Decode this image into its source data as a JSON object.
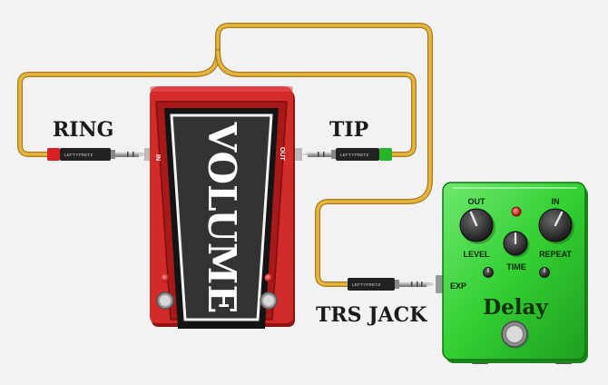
{
  "labels": {
    "ring": "RING",
    "tip": "TIP",
    "trs_jack": "TRS JACK"
  },
  "volume_pedal": {
    "title": "VOLUME",
    "in_label": "IN",
    "out_label": "OUT",
    "color": "#d32a2a"
  },
  "delay_pedal": {
    "name": "Delay",
    "out_label": "OUT",
    "in_label": "IN",
    "level_label": "LEVEL",
    "time_label": "TIME",
    "repeat_label": "REPEAT",
    "exp_label": "EXP",
    "color": "#2fcf2f"
  },
  "plug_brand": "LEFTYFRETZ",
  "cable_color": "#e6b53c",
  "ring_collar_color": "#d82020",
  "tip_collar_color": "#28b428"
}
